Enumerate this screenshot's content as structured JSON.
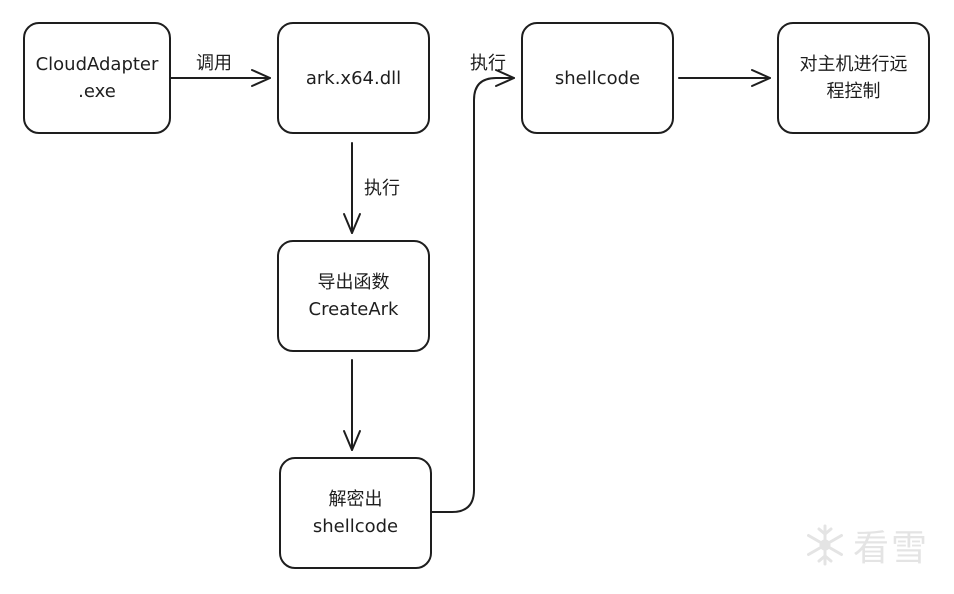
{
  "nodes": {
    "cloudadapter": {
      "line1": "CloudAdapter",
      "line2": ".exe"
    },
    "ark_dll": {
      "line1": "ark.x64.dll"
    },
    "export_func": {
      "line1": "导出函数",
      "line2": "CreateArk"
    },
    "decrypt": {
      "line1": "解密出",
      "line2": "shellcode"
    },
    "shellcode": {
      "line1": "shellcode"
    },
    "remote": {
      "line1": "对主机进行远",
      "line2": "程控制"
    }
  },
  "edges": {
    "call": "调用",
    "exec_down": "执行",
    "exec_up": "执行"
  },
  "watermark": {
    "text": "看雪",
    "icon": "snowflake-icon"
  },
  "colors": {
    "stroke": "#1e1e1e",
    "watermark": "#e4e4e4"
  }
}
